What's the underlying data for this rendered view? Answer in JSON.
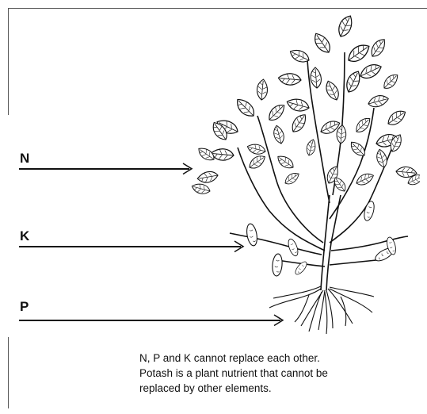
{
  "labels": {
    "n": "N",
    "k": "K",
    "p": "P"
  },
  "caption": {
    "line1": "N, P and K cannot replace each other.",
    "line2": "Potash is a plant nutrient that cannot be",
    "line3": "replaced by other elements."
  },
  "colors": {
    "ink": "#111111",
    "frame": "#555555",
    "background": "#ffffff"
  },
  "icons": {
    "plant": "potato-plant-illustration"
  }
}
